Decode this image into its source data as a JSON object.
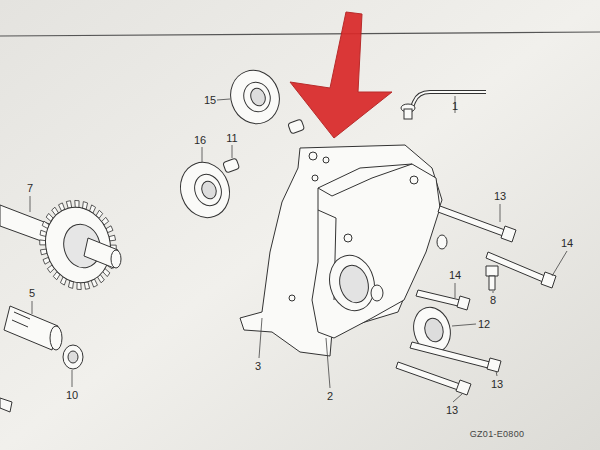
{
  "diagram": {
    "labels": [
      "15",
      "1",
      "16",
      "11",
      "13",
      "7",
      "14",
      "14",
      "8",
      "5",
      "12",
      "3",
      "13",
      "2",
      "10",
      "13",
      "GZ01-E0800"
    ]
  }
}
